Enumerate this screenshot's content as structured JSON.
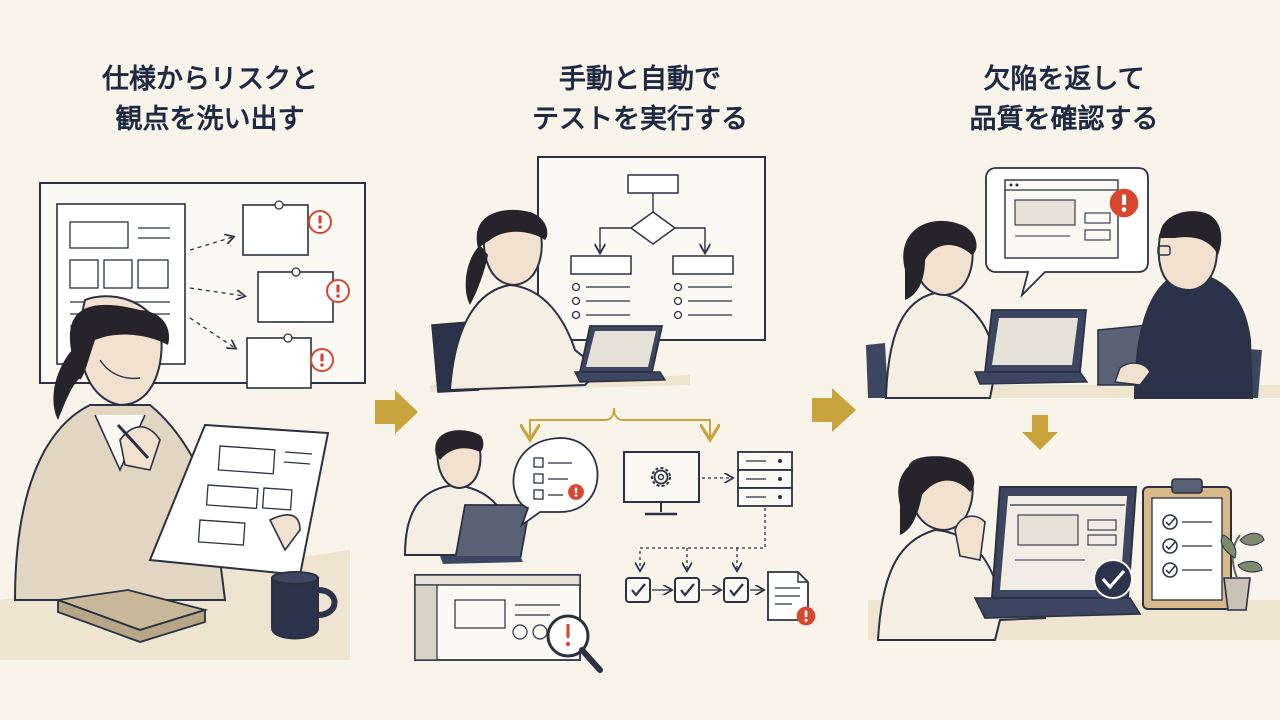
{
  "steps": [
    {
      "title_line1": "仕様からリスクと",
      "title_line2": "観点を洗い出す"
    },
    {
      "title_line1": "手動と自動で",
      "title_line2": "テストを実行する"
    },
    {
      "title_line1": "欠陥を返して",
      "title_line2": "品質を確認する"
    }
  ],
  "colors": {
    "background": "#f8f4ea",
    "ink": "#2b3142",
    "arrow": "#c9a33b",
    "alert": "#d8462e",
    "paper": "#fbf9f3",
    "jacket": "#e2d6c2",
    "hoodie": "#2a334a",
    "hair": "#26242a",
    "skin": "#f3e1cf"
  },
  "icons": [
    "alert-icon",
    "gear-icon",
    "magnifier-icon",
    "check-icon",
    "server-icon",
    "clipboard-icon"
  ]
}
